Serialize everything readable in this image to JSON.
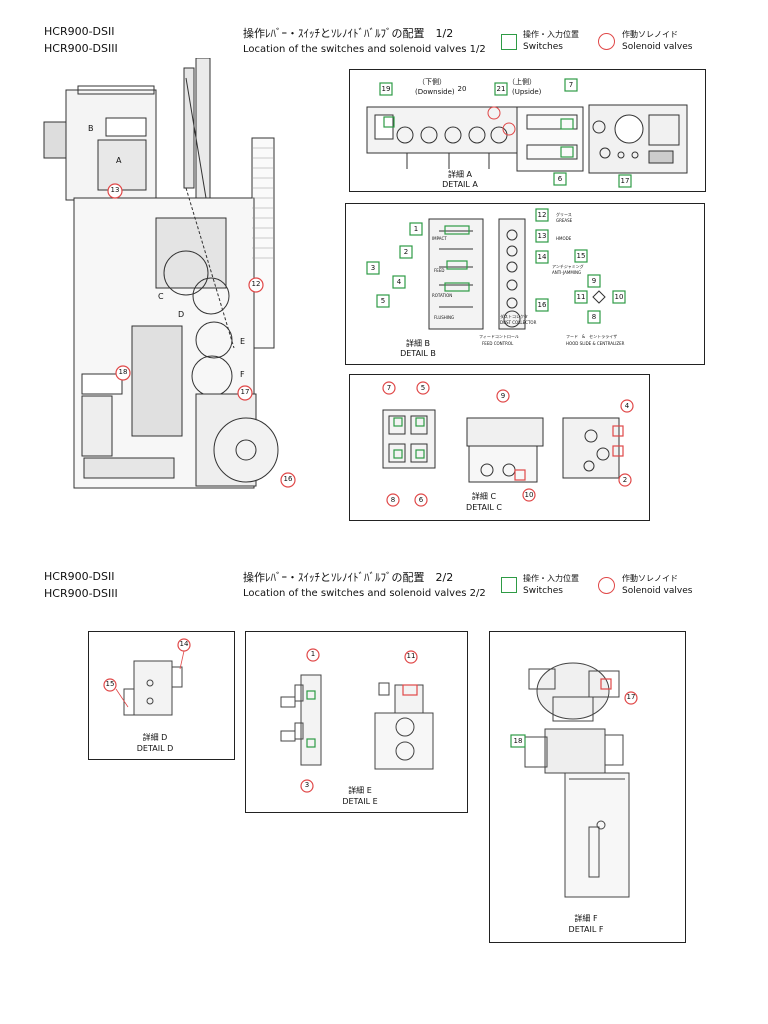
{
  "page1": {
    "models": [
      "HCR900-DSII",
      "HCR900-DSIII"
    ],
    "title_jp": "操作ﾚﾊﾞｰ・ｽｲｯﾁとｿﾚﾉｲﾄﾞﾊﾞﾙﾌﾞの配置　1/2",
    "title_en": "Location of the switches and solenoid valves  1/2"
  },
  "page2": {
    "models": [
      "HCR900-DSII",
      "HCR900-DSIII"
    ],
    "title_jp": "操作ﾚﾊﾞｰ・ｽｲｯﾁとｿﾚﾉｲﾄﾞﾊﾞﾙﾌﾞの配置　2/2",
    "title_en": "Location of the switches and solenoid valves  2/2"
  },
  "legend": {
    "switch_jp": "操作・入力位置",
    "switch_en": "Switches",
    "solenoid_jp": "作動ソレノイド",
    "solenoid_en": "Solenoid valves",
    "switch_color": "#2e9b45",
    "solenoid_color": "#e04848"
  },
  "overview": {
    "letters": [
      "B",
      "A",
      "C",
      "D",
      "E",
      "F"
    ],
    "markers": [
      "13",
      "12",
      "18",
      "17",
      "16"
    ]
  },
  "detail_a": {
    "caption_jp": "詳細 A",
    "caption_en": "DETAIL  A",
    "downside_jp": "（下側）",
    "downside_en": "(Downside)",
    "upside_jp": "（上側）",
    "upside_en": "(Upside)",
    "markers": [
      "19",
      "20",
      "21",
      "7",
      "6",
      "17"
    ]
  },
  "detail_b": {
    "caption_jp": "詳細 B",
    "caption_en": "DETAIL  B",
    "markers": [
      "1",
      "2",
      "3",
      "4",
      "5",
      "12",
      "13",
      "14",
      "15",
      "16",
      "9",
      "11",
      "10",
      "8"
    ],
    "labels": {
      "impact": "IMPACT",
      "feed": "FEED",
      "rotation": "ROTATION",
      "flushing": "FLUSHING",
      "feed_control": "FEED CONTROL",
      "feed_control_jp": "フィードコントロール",
      "grease": "GREASE",
      "grease_jp": "グリース",
      "hmode": "HMODE",
      "anti_jamming": "ANTI-JAMMING",
      "anti_jamming_jp": "アンチジャミング",
      "dust_collector": "DUST COLLECTOR",
      "dust_collector_jp": "ダストコレクタ",
      "hood_slide": "HOOD SLIDE & CENTRALIZER",
      "hood_slide_jp": "フード　&　セントラライザ"
    }
  },
  "detail_c": {
    "caption_jp": "詳細 C",
    "caption_en": "DETAIL  C",
    "markers": [
      "7",
      "5",
      "9",
      "4",
      "8",
      "6",
      "10",
      "2"
    ]
  },
  "detail_d": {
    "caption_jp": "詳細 D",
    "caption_en": "DETAIL  D",
    "markers": [
      "14",
      "15"
    ]
  },
  "detail_e": {
    "caption_jp": "詳細 E",
    "caption_en": "DETAIL  E",
    "markers": [
      "1",
      "11",
      "3"
    ]
  },
  "detail_f": {
    "caption_jp": "詳細 F",
    "caption_en": "DETAIL  F",
    "markers": [
      "17",
      "18"
    ]
  }
}
